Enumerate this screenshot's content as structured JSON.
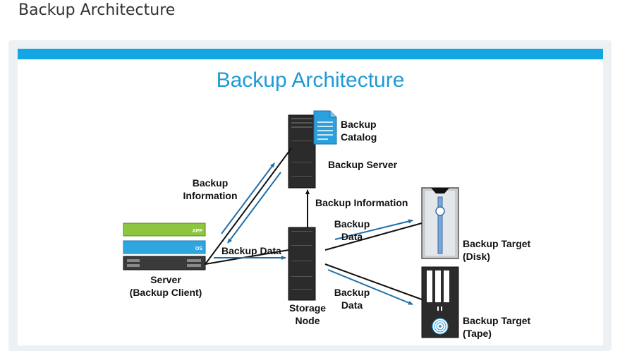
{
  "page": {
    "heading": "Backup Architecture"
  },
  "slide": {
    "title": "Backup Architecture",
    "accent_color": "#13a5e4",
    "title_color": "#1e9ad6"
  },
  "nodes": {
    "backup_server": {
      "label": "Backup Server",
      "catalog_label_line1": "Backup",
      "catalog_label_line2": "Catalog"
    },
    "client": {
      "label_line1": "Server",
      "label_line2": "(Backup Client)",
      "app_badge": "APP",
      "os_badge": "OS"
    },
    "storage_node": {
      "label_line1": "Storage",
      "label_line2": "Node"
    },
    "target_disk": {
      "label_line1": "Backup Target",
      "label_line2": "(Disk)"
    },
    "target_tape": {
      "label_line1": "Backup Target",
      "label_line2": "(Tape)"
    }
  },
  "edges": {
    "client_to_server": {
      "line1": "Backup",
      "line2": "Information"
    },
    "client_to_storage": {
      "label": "Backup Data"
    },
    "storage_to_server": {
      "label": "Backup Information"
    },
    "storage_to_disk": {
      "line1": "Backup",
      "line2": "Data"
    },
    "storage_to_tape": {
      "line1": "Backup",
      "line2": "Data"
    }
  },
  "colors": {
    "arrow": "#1f6fa8",
    "app_bar": "#8cc63f",
    "os_bar": "#2fa6e0",
    "device_dark": "#2b2b2b",
    "device_light": "#c9cdd2"
  }
}
